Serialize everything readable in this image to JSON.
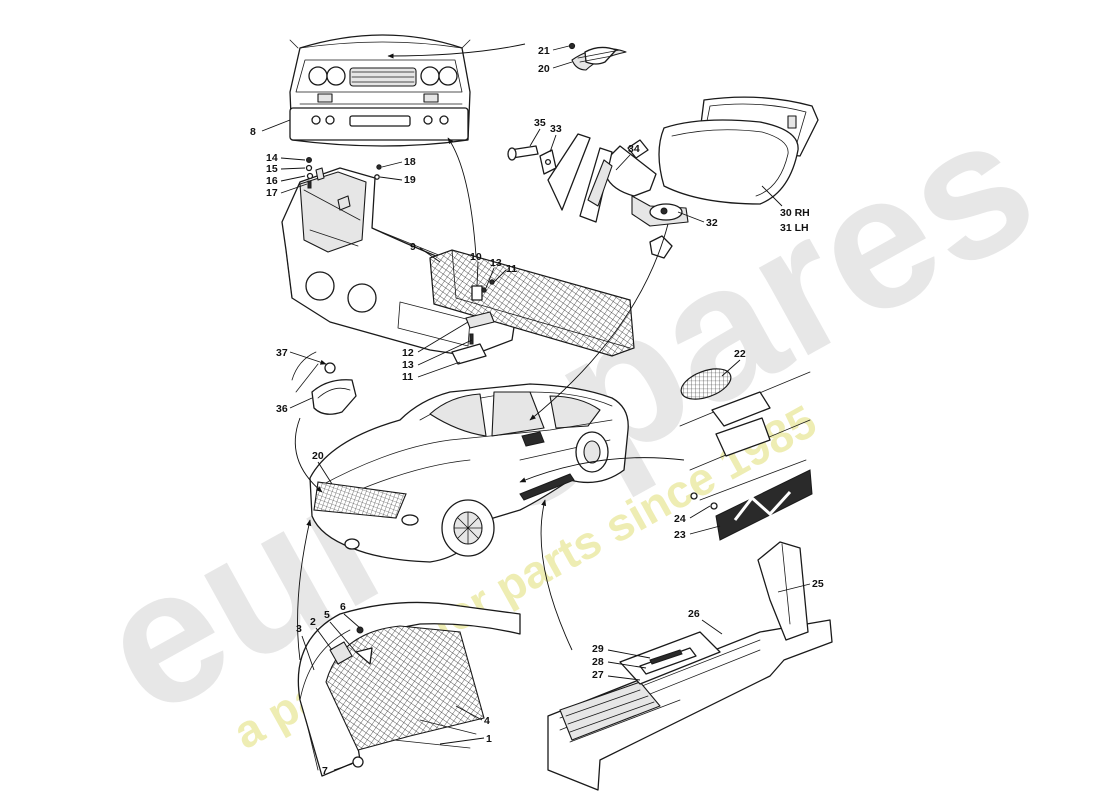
{
  "watermark": {
    "brand": "eurospares",
    "tagline": "a passion for parts since 1985",
    "brand_color": "#d4d4d4",
    "tagline_color": "#e9e79a"
  },
  "callouts": {
    "c1": "1",
    "c2": "2",
    "c3": "3",
    "c4": "4",
    "c5": "5",
    "c6": "6",
    "c7": "7",
    "c8": "8",
    "c9": "9",
    "c10": "10",
    "c11a": "11",
    "c11b": "11",
    "c12": "12",
    "c13a": "13",
    "c13b": "13",
    "c14": "14",
    "c15": "15",
    "c16": "16",
    "c17": "17",
    "c18": "18",
    "c19": "19",
    "c20a": "20",
    "c20b": "20",
    "c21": "21",
    "c22": "22",
    "c23": "23",
    "c24": "24",
    "c25": "25",
    "c26": "26",
    "c27": "27",
    "c28": "28",
    "c29": "29",
    "c30": "30 RH",
    "c31": "31 LH",
    "c32": "32",
    "c33": "33",
    "c34": "34",
    "c35": "35",
    "c36": "36",
    "c37": "37"
  }
}
